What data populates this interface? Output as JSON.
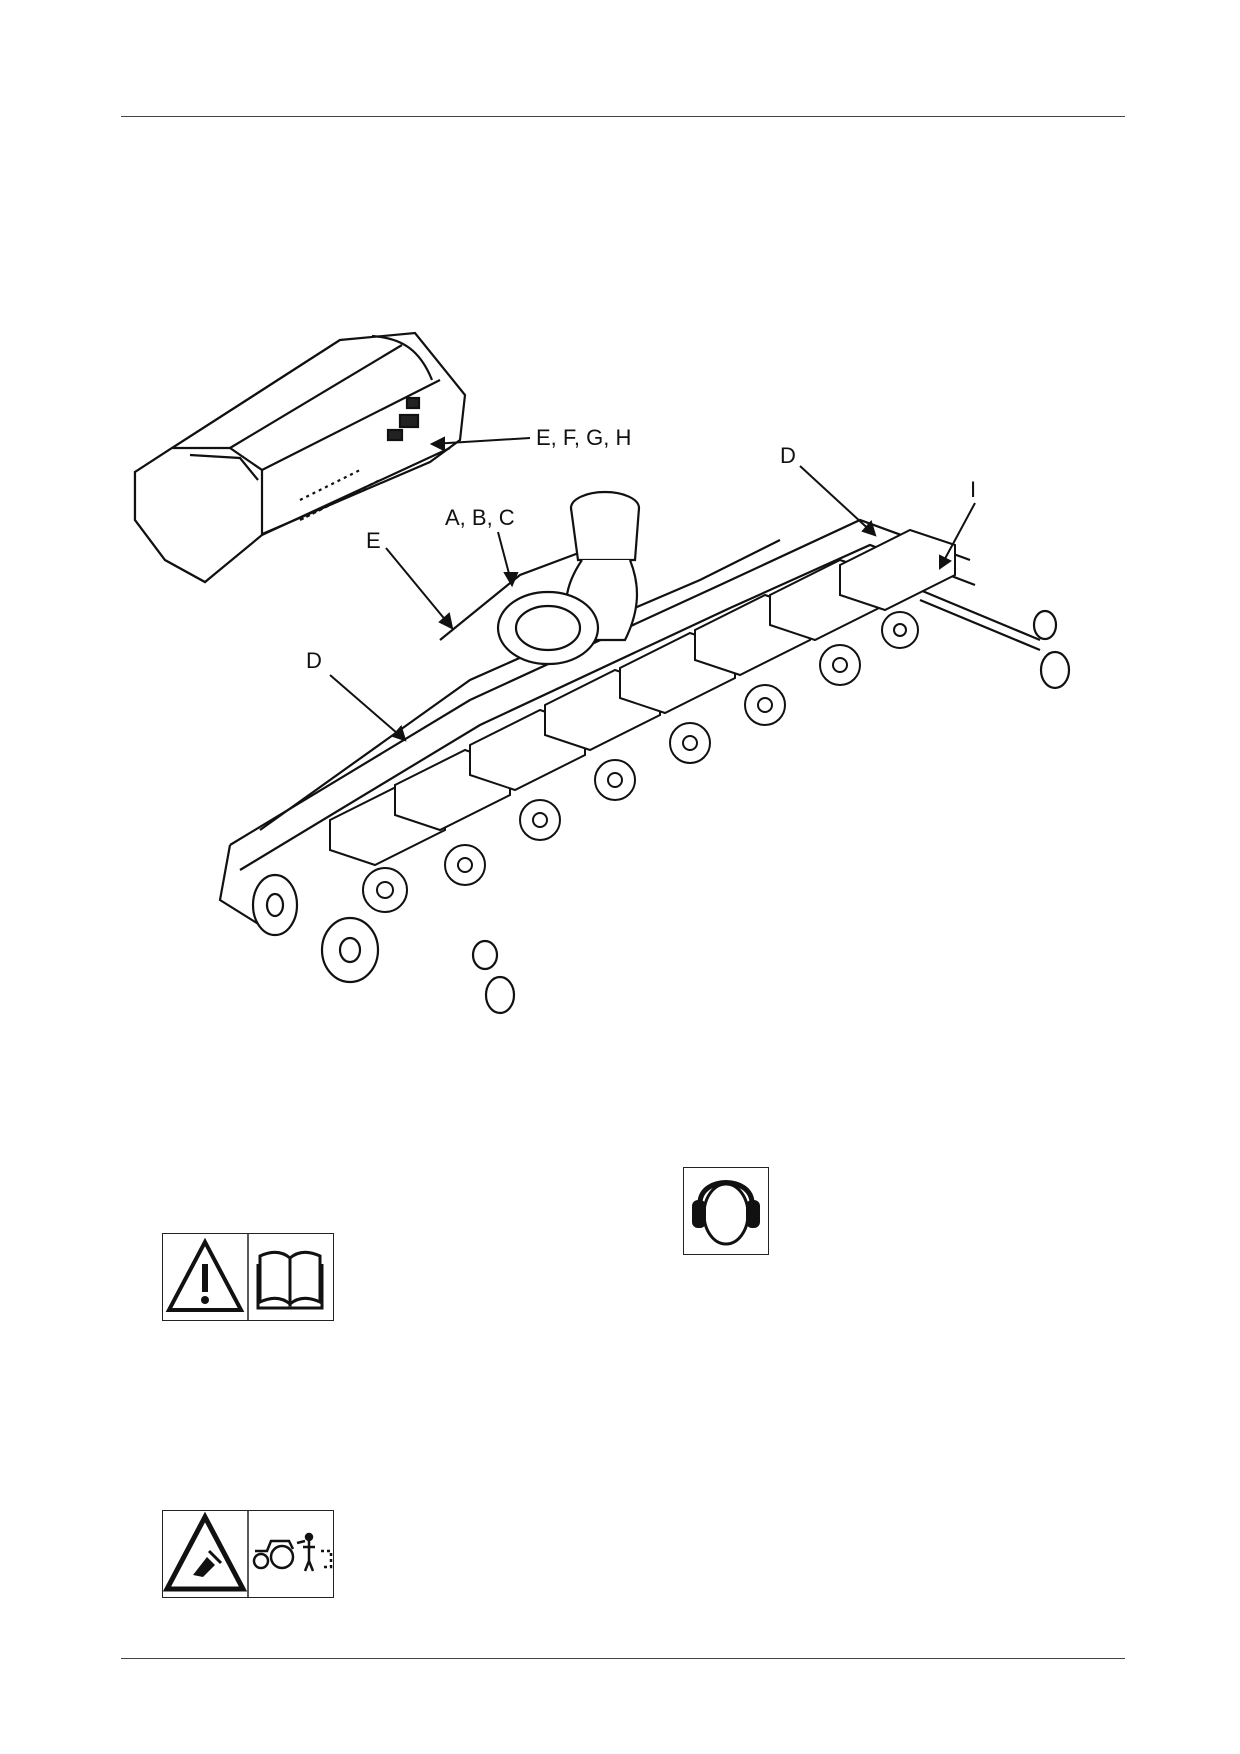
{
  "figure": {
    "callouts": {
      "efgh": "E, F, G, H",
      "abc": "A, B, C",
      "e": "E",
      "d_left": "D",
      "d_right": "D",
      "i": "I"
    }
  },
  "decals": [
    {
      "icon": "warning-triangle-exclamation + read-manual-book"
    },
    {
      "icon": "ear-protection-headphones"
    },
    {
      "icon": "warning-crush-hazard + tractor-person"
    }
  ]
}
